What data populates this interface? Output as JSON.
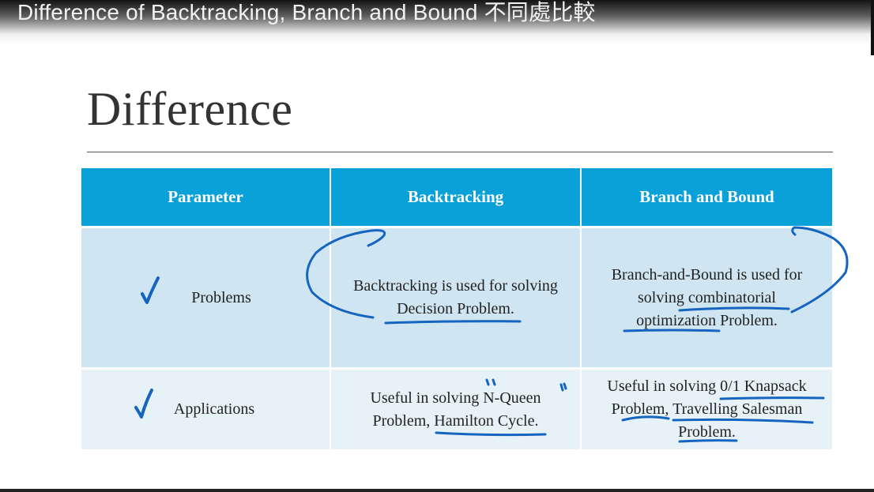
{
  "video": {
    "title": "Difference of Backtracking, Branch and Bound 不同處比較"
  },
  "slide": {
    "title": "Difference"
  },
  "table": {
    "headers": [
      "Parameter",
      "Backtracking",
      "Branch and Bound"
    ],
    "rows": [
      {
        "parameter": "Problems",
        "backtracking": [
          "Backtracking is used for solving",
          "Decision Problem."
        ],
        "branch_and_bound": [
          "Branch-and-Bound is used for",
          "solving combinatorial",
          "optimization Problem."
        ]
      },
      {
        "parameter": "Applications",
        "backtracking": [
          "Useful in solving N-Queen",
          "Problem, Hamilton Cycle."
        ],
        "branch_and_bound": [
          "Useful in solving 0/1 Knapsack",
          "Problem, Travelling Salesman",
          "Problem."
        ]
      }
    ]
  },
  "annotations": {
    "ink_color": "#1565c0"
  }
}
